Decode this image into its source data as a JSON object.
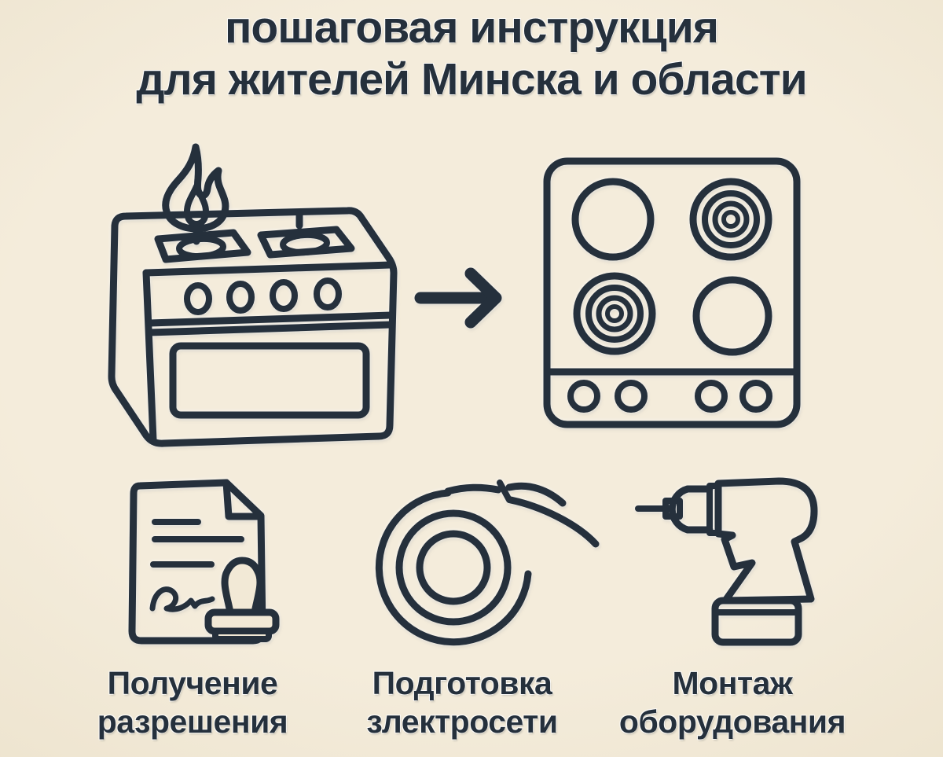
{
  "colors": {
    "background": "#f2e9d6",
    "ink": "#25303c"
  },
  "title": {
    "line1": "пошаговая инструкция",
    "line2": "для жителей Минска и области"
  },
  "conversion": {
    "from_icon": "gas-stove",
    "arrow_icon": "arrow-right",
    "to_icon": "electric-cooktop"
  },
  "steps": [
    {
      "icon": "document-stamp",
      "label_line1": "Получение",
      "label_line2": "разрешения"
    },
    {
      "icon": "cable-coil",
      "label_line1": "Подготовка",
      "label_line2": "злектросети"
    },
    {
      "icon": "drill",
      "label_line1": "Монтаж",
      "label_line2": "оборудования"
    }
  ]
}
